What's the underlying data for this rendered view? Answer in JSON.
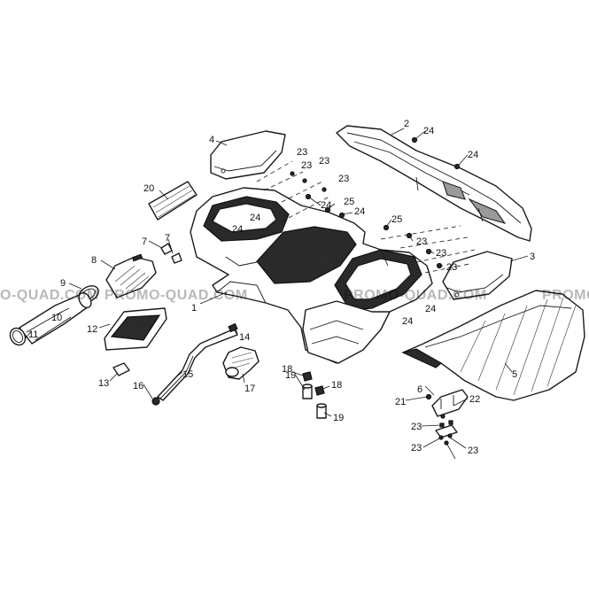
{
  "watermark": {
    "text_left": "O-QUAD.COM",
    "text_middle": "PROMO-QUAD.COM",
    "text_right": "PROMO-QUAD.COM",
    "text_far_right": "PROMO-"
  },
  "callouts": {
    "c1": "1",
    "c2": "2",
    "c3": "3",
    "c4": "4",
    "c5": "5",
    "c6": "6",
    "c7a": "7",
    "c7b": "7",
    "c8": "8",
    "c9": "9",
    "c10": "10",
    "c11": "11",
    "c12": "12",
    "c13": "13",
    "c14": "14",
    "c15": "15",
    "c16": "16",
    "c17": "17",
    "c18a": "18",
    "c18b": "18",
    "c19a": "19",
    "c19b": "19",
    "c20": "20",
    "c21": "21",
    "c22": "22",
    "c23a": "23",
    "c23b": "23",
    "c23c": "23",
    "c23d": "23",
    "c23e": "23",
    "c23f": "23",
    "c23g": "23",
    "c23h": "23",
    "c23i": "23",
    "c23j": "23",
    "c24a": "24",
    "c24b": "24",
    "c24c": "24",
    "c24d": "24",
    "c24e": "24",
    "c24f": "24",
    "c24g": "24",
    "c24h": "24",
    "c25a": "25",
    "c25b": "25"
  },
  "colors": {
    "line": "#1a1a1a",
    "background": "#ffffff"
  },
  "parts": [
    "body-panel",
    "front-rail-guard",
    "rear-storage-lid",
    "front-storage-lid",
    "seat",
    "seat-bracket",
    "clip",
    "air-filter-housing",
    "clamp-ring",
    "intake-duct",
    "hose-clamp",
    "air-filter-element",
    "foam-block",
    "breather-tube",
    "breather-tube",
    "cap-fitting",
    "intake-elbow",
    "clip",
    "rubber-grommet",
    "label-sticker",
    "bolt",
    "nut",
    "screw",
    "screw",
    "push-rivet"
  ]
}
